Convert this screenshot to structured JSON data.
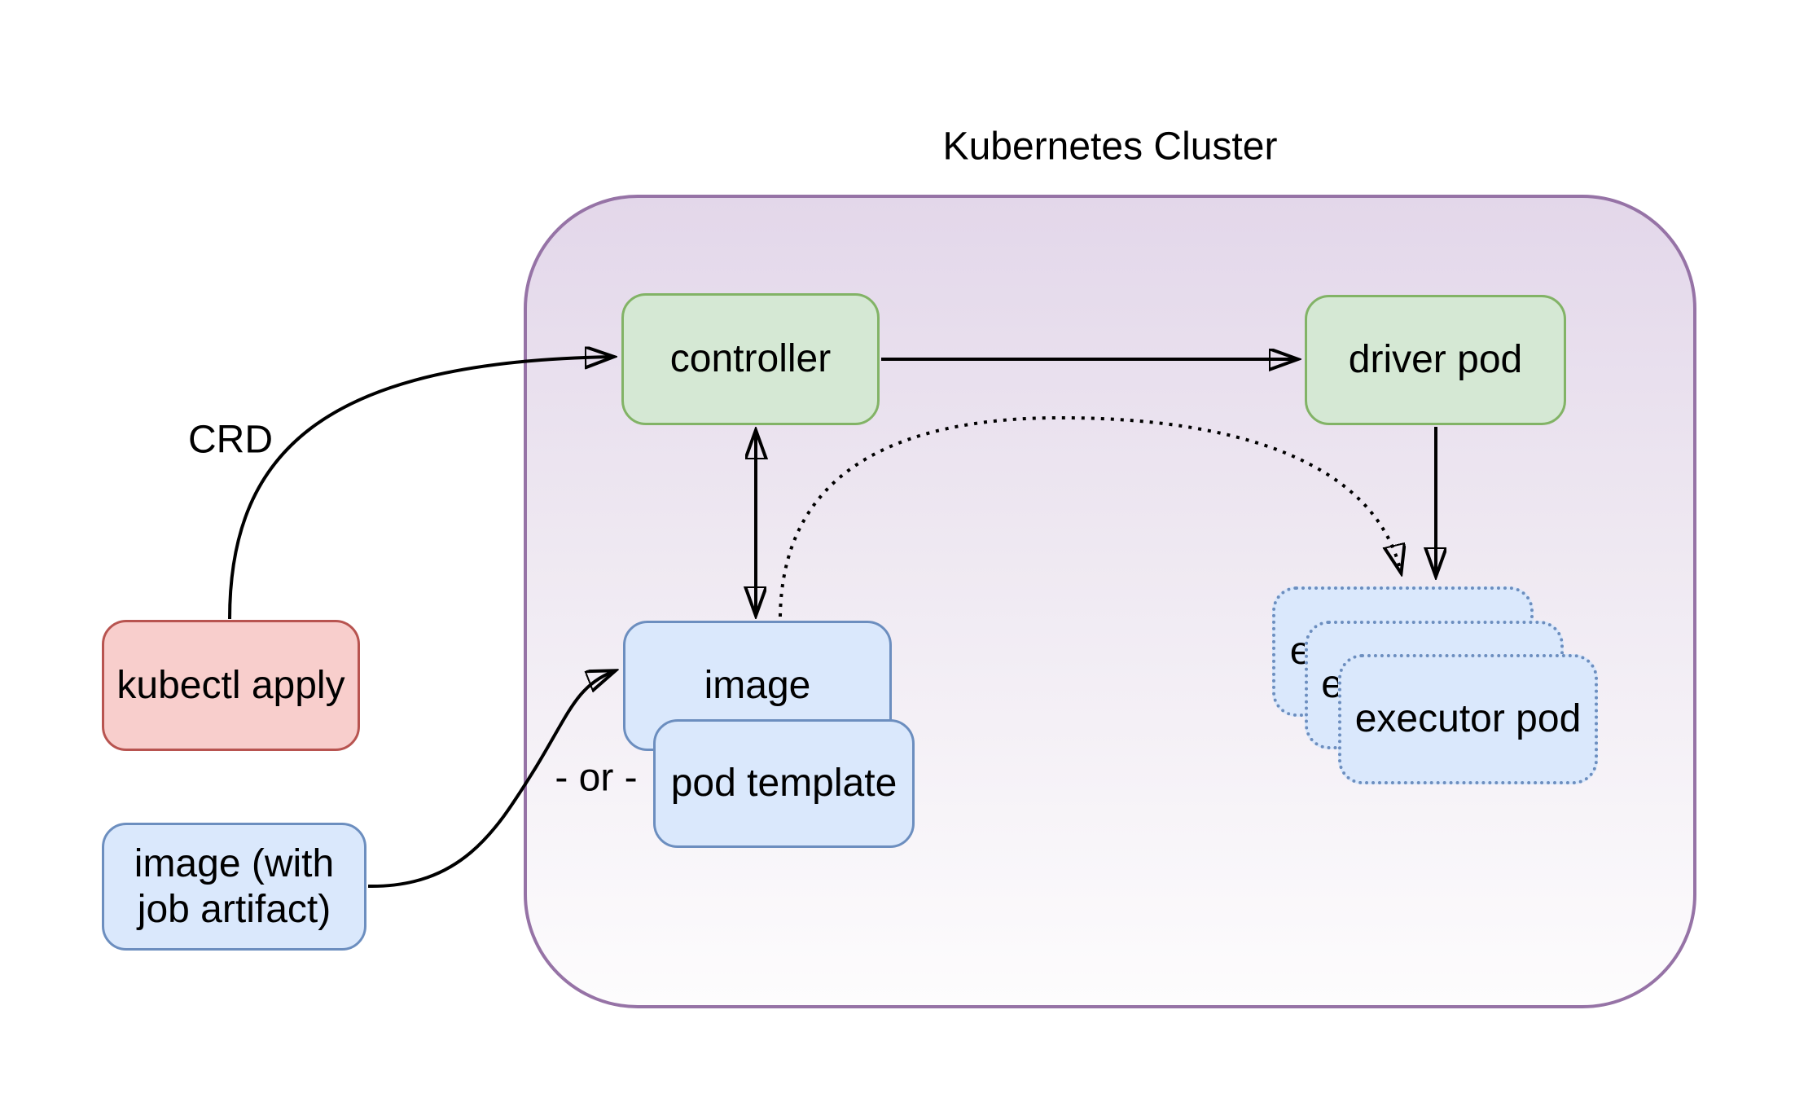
{
  "diagram": {
    "title": "Kubernetes Cluster",
    "cluster_container": {
      "stroke_color": "#9673a6",
      "fill_top_color": "#e3d7ea",
      "fill_bottom_color": "#ffffff"
    },
    "nodes": {
      "kubectl_apply": {
        "label": "kubectl apply",
        "fill": "#f8cecc",
        "stroke": "#b85450",
        "border_style": "solid"
      },
      "image_with_artifact": {
        "label": "image (with job artifact)",
        "fill": "#dae8fc",
        "stroke": "#6c8ebf",
        "border_style": "solid"
      },
      "controller": {
        "label": "controller",
        "fill": "#d5e8d4",
        "stroke": "#82b366",
        "border_style": "solid"
      },
      "driver_pod": {
        "label": "driver pod",
        "fill": "#d5e8d4",
        "stroke": "#82b366",
        "border_style": "solid"
      },
      "image": {
        "label": "image",
        "fill": "#dae8fc",
        "stroke": "#6c8ebf",
        "border_style": "solid"
      },
      "pod_template": {
        "label": "pod template",
        "fill": "#dae8fc",
        "stroke": "#6c8ebf",
        "border_style": "solid"
      },
      "executor_pod": {
        "label": "executor pod",
        "fill": "#dae8fc",
        "stroke": "#6c8ebf",
        "border_style": "dotted",
        "stack_count": 3
      }
    },
    "edge_labels": {
      "crd": "CRD",
      "or": "- or -"
    },
    "edges": [
      {
        "from": "kubectl_apply",
        "to": "controller",
        "label": "CRD",
        "line": "solid",
        "arrows": "end"
      },
      {
        "from": "controller",
        "to": "driver_pod",
        "label": "",
        "line": "solid",
        "arrows": "end"
      },
      {
        "from": "controller",
        "to": "image",
        "label": "",
        "line": "solid",
        "arrows": "both"
      },
      {
        "from": "image",
        "to": "executor_pod",
        "label": "",
        "line": "dotted",
        "arrows": "end"
      },
      {
        "from": "driver_pod",
        "to": "executor_pod",
        "label": "",
        "line": "solid",
        "arrows": "end"
      },
      {
        "from": "image_with_artifact",
        "to": "image",
        "label": "- or -",
        "line": "solid",
        "arrows": "end"
      }
    ]
  }
}
